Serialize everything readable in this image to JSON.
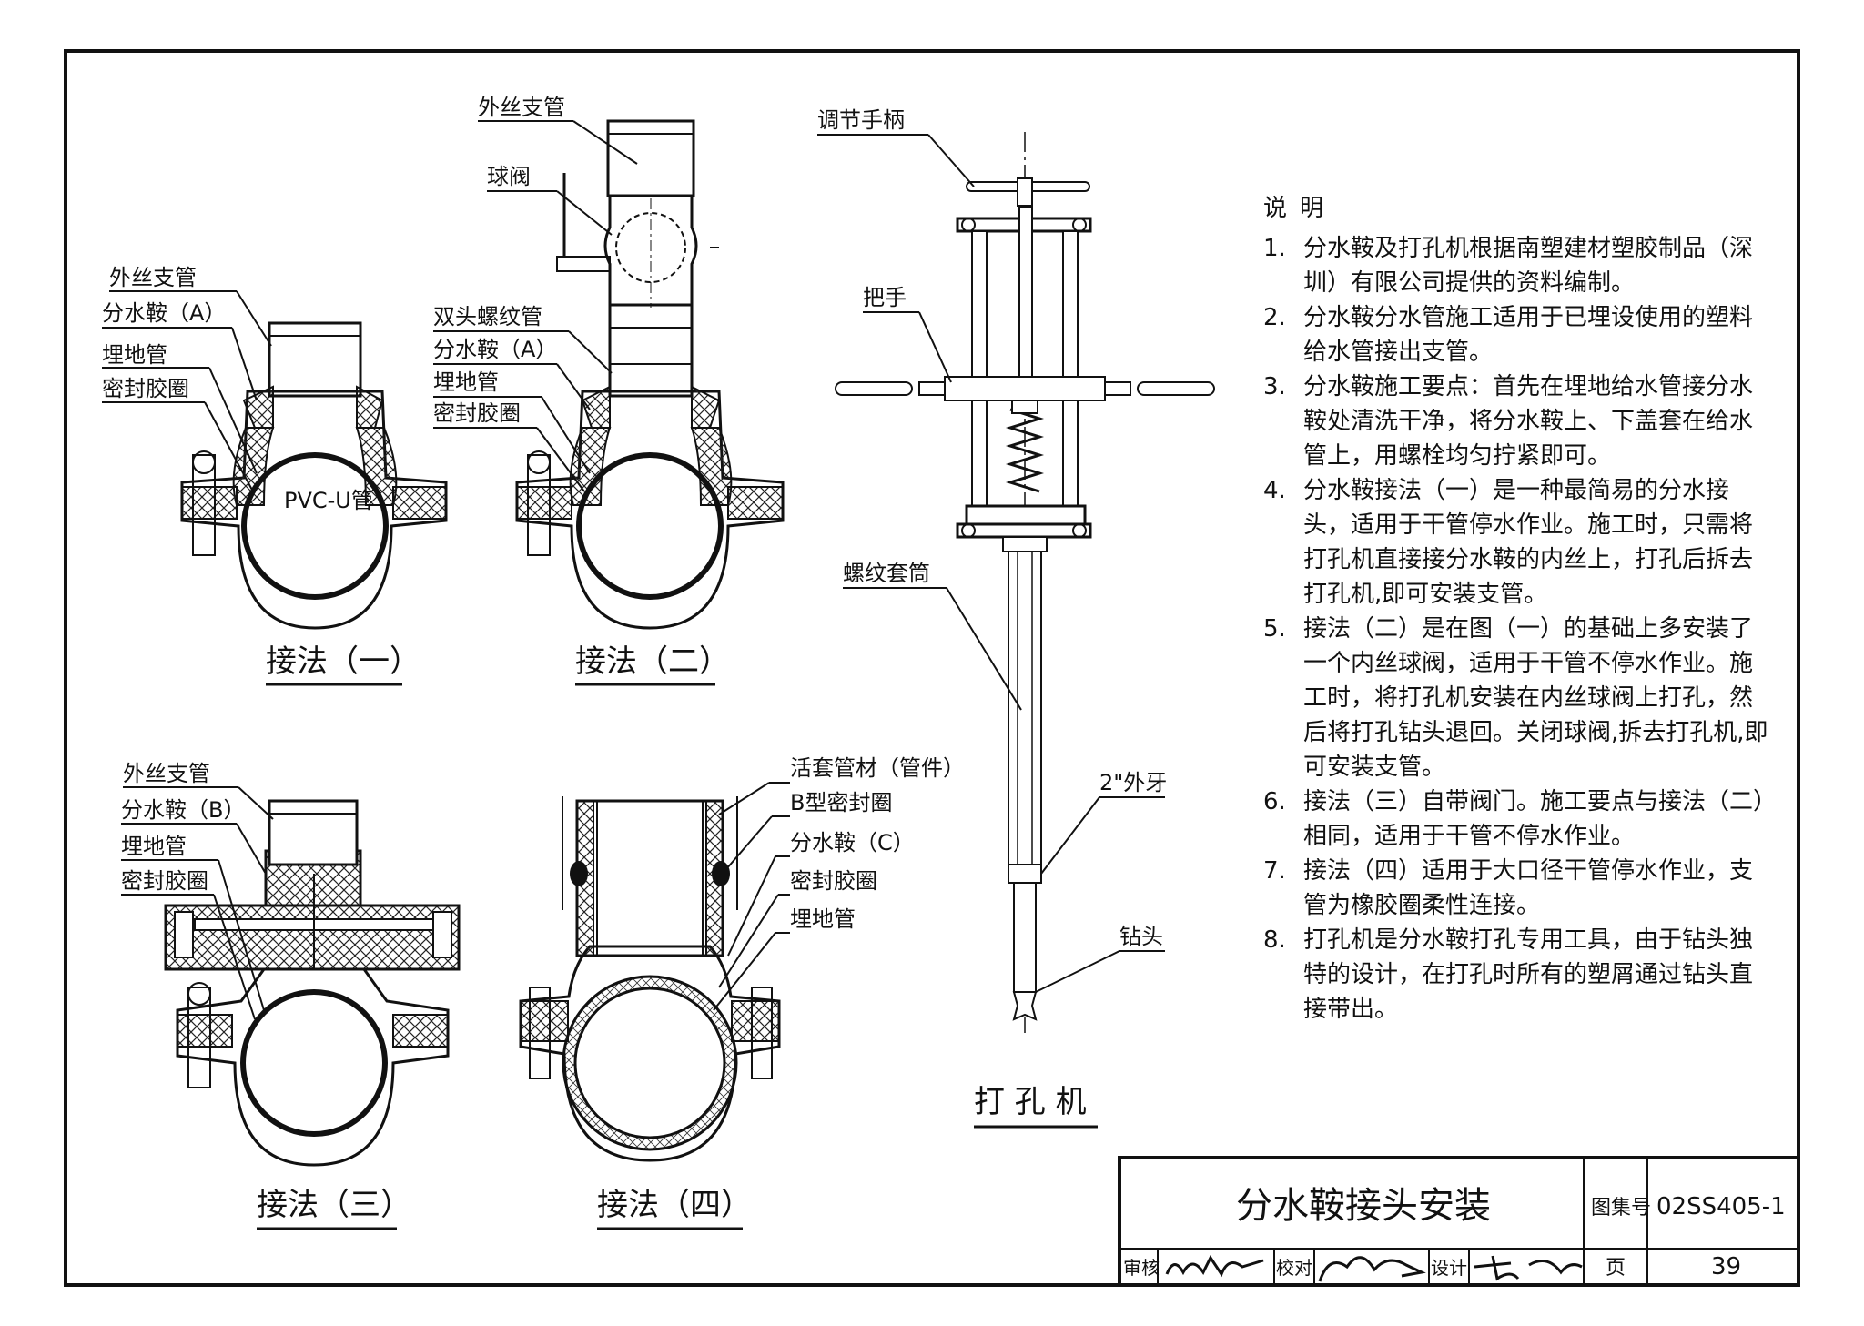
{
  "labels": {
    "waisi_zhiguan": "外丝支管",
    "fenshuian_a": "分水鞍（A）",
    "maidi_guan": "埋地管",
    "mifeng_jiaoquan": "密封胶圈",
    "pvc_u": "PVC-U管",
    "qiufa": "球阀",
    "shuangtou": "双头螺纹管",
    "fenshuian_b": "分水鞍（B）",
    "huotao": "活套管材（管件）",
    "b_mifeng": "B型密封圈",
    "fenshuian_c": "分水鞍（C）",
    "tiaojie": "调节手柄",
    "bashou": "把手",
    "luowen_taotong": "螺纹套筒",
    "waiya": "2\"外牙",
    "zuantou": "钻头"
  },
  "captions": {
    "fig1": "接法（一）",
    "fig2": "接法（二）",
    "fig3": "接法（三）",
    "fig4": "接法（四）",
    "drill": "打 孔 机"
  },
  "notes": {
    "heading": "说明",
    "items": [
      {
        "num": "1.",
        "text": "分水鞍及打孔机根据南塑建材塑胶制品（深圳）有限公司提供的资料编制。"
      },
      {
        "num": "2.",
        "text": "分水鞍分水管施工适用于已埋设使用的塑料给水管接出支管。"
      },
      {
        "num": "3.",
        "text": "分水鞍施工要点：首先在埋地给水管接分水鞍处清洗干净，将分水鞍上、下盖套在给水管上，用螺栓均匀拧紧即可。"
      },
      {
        "num": "4.",
        "text": "分水鞍接法（一）是一种最简易的分水接头，适用于干管停水作业。施工时，只需将打孔机直接接分水鞍的内丝上，打孔后拆去打孔机,即可安装支管。"
      },
      {
        "num": "5.",
        "text": "接法（二）是在图（一）的基础上多安装了一个内丝球阀，适用于干管不停水作业。施工时，将打孔机安装在内丝球阀上打孔，然后将打孔钻头退回。关闭球阀,拆去打孔机,即可安装支管。"
      },
      {
        "num": "6.",
        "text": "接法（三）自带阀门。施工要点与接法（二）相同，适用于干管不停水作业。"
      },
      {
        "num": "7.",
        "text": "接法（四）适用于大口径干管停水作业，支管为橡胶圈柔性连接。"
      },
      {
        "num": "8.",
        "text": "打孔机是分水鞍打孔专用工具，由于钻头独特的设计，在打孔时所有的塑屑通过钻头直接带出。"
      }
    ]
  },
  "title_block": {
    "title": "分水鞍接头安装",
    "atlas_label": "图集号",
    "atlas_no": "02SS405-1",
    "review_label": "审核",
    "check_label": "校对",
    "design_label": "设计",
    "page_label": "页",
    "page_no": "39"
  }
}
